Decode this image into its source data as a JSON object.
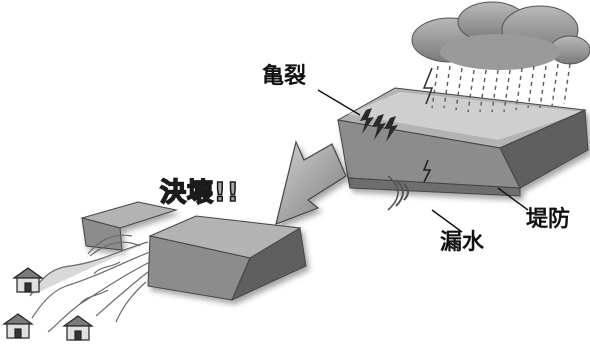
{
  "diagram": {
    "labels": {
      "crack": "亀裂",
      "levee": "堤防",
      "leak": "漏水",
      "breach": "決壊!!"
    },
    "icons": [
      "rain-cloud-icon",
      "lightning-crack-icon",
      "flow-arrow-icon",
      "house-icon"
    ],
    "colors": {
      "levee_top": "#a6a6a6",
      "levee_side": "#8a8a8a",
      "levee_front": "#6f6f6f",
      "cloud": "#8f8f8f",
      "arrow": "#9a9a9a",
      "flood": "#d6d6d6"
    }
  }
}
